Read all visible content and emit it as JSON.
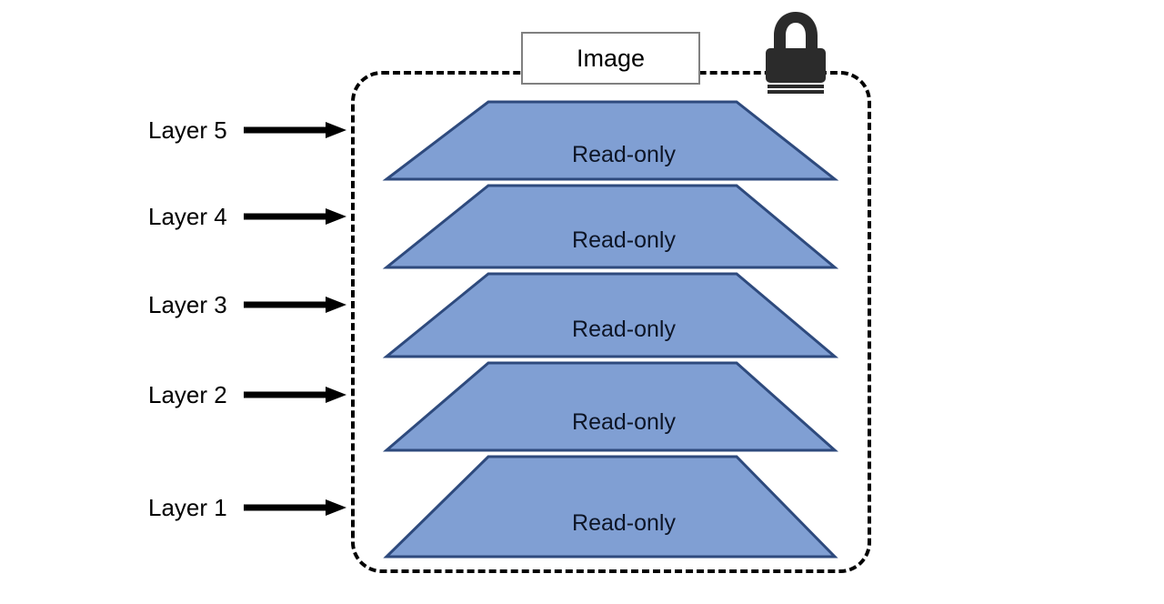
{
  "diagram": {
    "title_box": {
      "label": "Image",
      "border_color": "#808080",
      "fill_color": "#ffffff"
    },
    "container": {
      "name": "image-boundary",
      "style": "dashed",
      "border_color": "#000000"
    },
    "lock_icon": {
      "name": "padlock-icon",
      "color": "#2b2b2b"
    },
    "layer_fill_color": "#809fd3",
    "layer_stroke_color": "#2e4a7d",
    "layers": [
      {
        "callout": "Layer 5",
        "label": "Read-only"
      },
      {
        "callout": "Layer 4",
        "label": "Read-only"
      },
      {
        "callout": "Layer 3",
        "label": "Read-only"
      },
      {
        "callout": "Layer 2",
        "label": "Read-only"
      },
      {
        "callout": "Layer 1",
        "label": "Read-only"
      }
    ]
  }
}
